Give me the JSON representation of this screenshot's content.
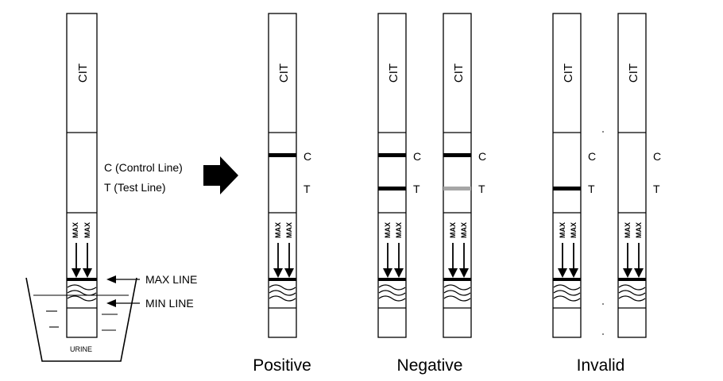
{
  "strip_brand": "CIT",
  "max_label": "MAX",
  "control_mark": "C",
  "test_mark": "T",
  "legend": {
    "control": "C (Control Line)",
    "test": "T (Test Line)"
  },
  "dip": {
    "max_line": "MAX LINE",
    "min_line": "MIN LINE",
    "container": "URINE"
  },
  "groups": {
    "positive": "Positive",
    "negative": "Negative",
    "invalid": "Invalid"
  },
  "colors": {
    "line": "#000000",
    "faint_line": "#a6a6a6",
    "strip_outline": "#000000",
    "background": "#ffffff"
  },
  "results": [
    {
      "group": "positive",
      "control_line": "solid",
      "test_line": "none"
    },
    {
      "group": "negative",
      "control_line": "solid",
      "test_line": "solid"
    },
    {
      "group": "negative",
      "control_line": "solid",
      "test_line": "faint"
    },
    {
      "group": "invalid",
      "control_line": "none",
      "test_line": "solid"
    },
    {
      "group": "invalid",
      "control_line": "none",
      "test_line": "none"
    }
  ]
}
